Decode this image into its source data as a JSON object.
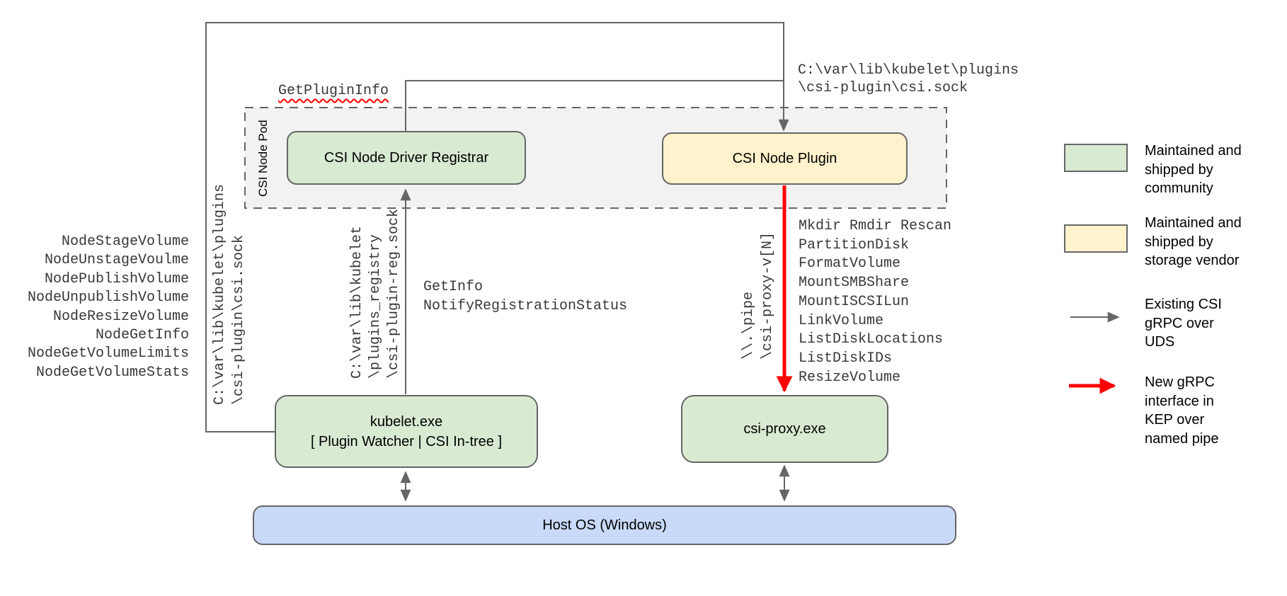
{
  "colors": {
    "line": "#666666",
    "red": "#ff0000",
    "green": "#d9ead3",
    "yellow": "#fff2cc",
    "blue": "#c9daf8",
    "pod-fill": "#f2f2f2",
    "mono-text": "#383838",
    "text": "#000000"
  },
  "pod": {
    "label": "CSI Node Pod"
  },
  "boxes": {
    "registrar": {
      "label": "CSI Node Driver Registrar"
    },
    "plugin": {
      "label": "CSI Node Plugin"
    },
    "kubelet": {
      "line1": "kubelet.exe",
      "line2": "[ Plugin Watcher | CSI In-tree ]"
    },
    "csi_proxy": {
      "label": "csi-proxy.exe"
    },
    "host_os": {
      "label": "Host OS (Windows)"
    }
  },
  "annotations": {
    "get_plugin_info": "GetPluginInfo",
    "csi_sock_path": "C:\\var\\lib\\kubelet\\plugins\n\\csi-plugin\\csi.sock",
    "csi_sock_path_rotated": "C:\\var\\lib\\kubelet\\plugins\n\\csi-plugin\\csi.sock",
    "registry_sock_path": "C:\\var\\lib\\kubelet\n\\plugins_registry\n\\csi-plugin-reg.sock",
    "named_pipe_path": "\\\\.\\pipe\n\\csi-proxy-v[N]",
    "registration_calls": "GetInfo\nNotifyRegistrationStatus",
    "node_calls": [
      "NodeStageVolume",
      "NodeUnstageVoulme",
      "NodePublishVolume",
      "NodeUnpublishVolume",
      "NodeResizeVolume",
      "NodeGetInfo",
      "NodeGetVolumeLimits",
      "NodeGetVolumeStats"
    ],
    "proxy_calls": [
      "Mkdir Rmdir Rescan",
      "PartitionDisk",
      "FormatVolume",
      "MountSMBShare",
      "MountISCSILun",
      "LinkVolume",
      "ListDiskLocations",
      "ListDiskIDs",
      "ResizeVolume"
    ]
  },
  "legend": {
    "items": [
      {
        "kind": "swatch",
        "color": "#d9ead3",
        "text": "Maintained and\nshipped by\ncommunity"
      },
      {
        "kind": "swatch",
        "color": "#fff2cc",
        "text": "Maintained and\nshipped by\nstorage vendor"
      },
      {
        "kind": "arrow",
        "color": "#666666",
        "text": "Existing CSI\ngRPC over\nUDS"
      },
      {
        "kind": "arrow",
        "color": "#ff0000",
        "text": "New gRPC\ninterface in\nKEP over\nnamed pipe"
      }
    ]
  }
}
